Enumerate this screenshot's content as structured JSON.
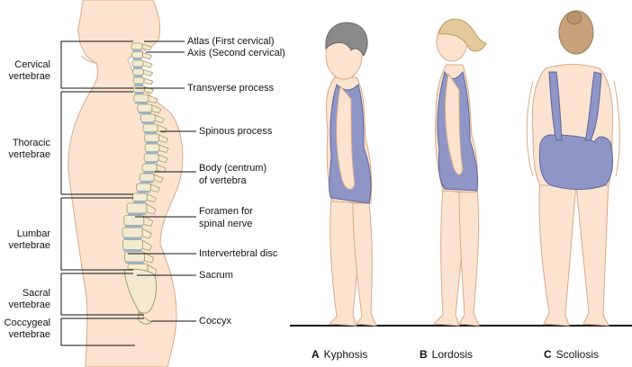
{
  "left_labels": {
    "cervical_1": "Cervical",
    "cervical_2": "vertebrae",
    "thoracic_1": "Thoracic",
    "thoracic_2": "vertebrae",
    "lumbar_1": "Lumbar",
    "lumbar_2": "vertebrae",
    "sacral_1": "Sacral",
    "sacral_2": "vertebrae",
    "coccygeal_1": "Coccygeal",
    "coccygeal_2": "vertebrae"
  },
  "right_labels": {
    "atlas": "Atlas (First cervical)",
    "axis": "Axis (Second cervical)",
    "transverse": "Transverse process",
    "spinous": "Spinous process",
    "body_1": "Body (centrum)",
    "body_2": "of vertebra",
    "foramen_1": "Foramen for",
    "foramen_2": "spinal nerve",
    "disc": "Intervertebral disc",
    "sacrum": "Sacrum",
    "coccyx": "Coccyx"
  },
  "captions": {
    "a_letter": "A",
    "a_text": "Kyphosis",
    "b_letter": "B",
    "b_text": "Lordosis",
    "c_letter": "C",
    "c_text": "Scoliosis"
  },
  "colors": {
    "skin": "#fbe3cf",
    "skin_line": "#d9a888",
    "bone": "#f3ead0",
    "bone_line": "#a89870",
    "disc": "#8fb6d6",
    "swimsuit": "#8e96c8",
    "swimsuit_line": "#5e6598",
    "hair_gray": "#8a8a8a",
    "hair_blond": "#e4c99a",
    "hair_brown": "#c8a27a"
  }
}
